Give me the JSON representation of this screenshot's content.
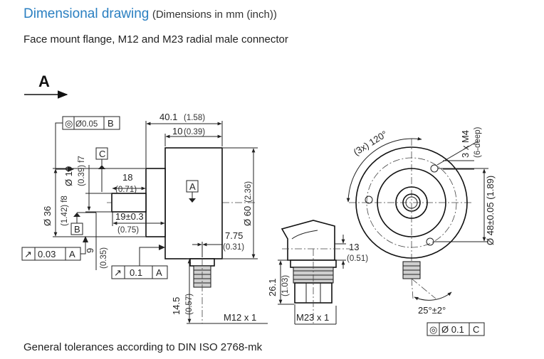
{
  "header": {
    "title": "Dimensional drawing",
    "title_note": "(Dimensions in mm (inch))",
    "subtitle": "Face mount flange, M12 and M23 radial male connector"
  },
  "footer": {
    "text": "General tolerances according to DIN ISO 2768-mk"
  },
  "colors": {
    "title": "#2a7fc1",
    "line": "#222222"
  },
  "view_marker": {
    "label": "A"
  },
  "tolerance_frames": {
    "flatness_b": {
      "symbol": "◎",
      "value": "Ø0.05",
      "datum": "B"
    },
    "runout_a_left": {
      "symbol": "↗",
      "value": "0.03",
      "datum": "A"
    },
    "runout_a_mid": {
      "symbol": "↗",
      "value": "0.1",
      "datum": "A"
    },
    "concentric_c": {
      "symbol": "◎",
      "value": "Ø 0.1",
      "datum": "C"
    }
  },
  "datums": {
    "a": "A",
    "b": "B",
    "c": "C"
  },
  "dims": {
    "len_total": {
      "mm": "40.1",
      "inch": "(1.58)"
    },
    "len_flange": {
      "mm": "10",
      "inch": "(0.39)"
    },
    "shaft_dia": {
      "mm": "Ø 10",
      "inch": "(0.39) f7"
    },
    "flange_dia": {
      "mm": "Ø 36",
      "inch": "(1.42) f8"
    },
    "shaft_len": {
      "mm": "18",
      "inch": "(0.71)"
    },
    "shaft_fit": {
      "mm": "19±0.3",
      "inch": "(0.75)"
    },
    "step": {
      "mm": "9",
      "inch": "(0.35)"
    },
    "body_dia": {
      "mm": "Ø 60",
      "inch": "(2.36)"
    },
    "conn_offset": {
      "mm": "7.75",
      "inch": "(0.31)"
    },
    "conn_len": {
      "mm": "14.5",
      "inch": "(0.57)"
    },
    "m12_label": "M12 x 1",
    "m23_height": {
      "mm": "26.1",
      "inch": "(1.03)"
    },
    "m23_label": "M23 x 1",
    "m23_depth": {
      "mm": "13",
      "inch": "(0.51)"
    },
    "bolt_angle": "(3x) 120°",
    "thread": {
      "mm": "3 x M4",
      "inch": "(6-deep)"
    },
    "bolt_circle": "Ø 48±0.05 (1.89)",
    "conn_angle": "25°±2°"
  }
}
